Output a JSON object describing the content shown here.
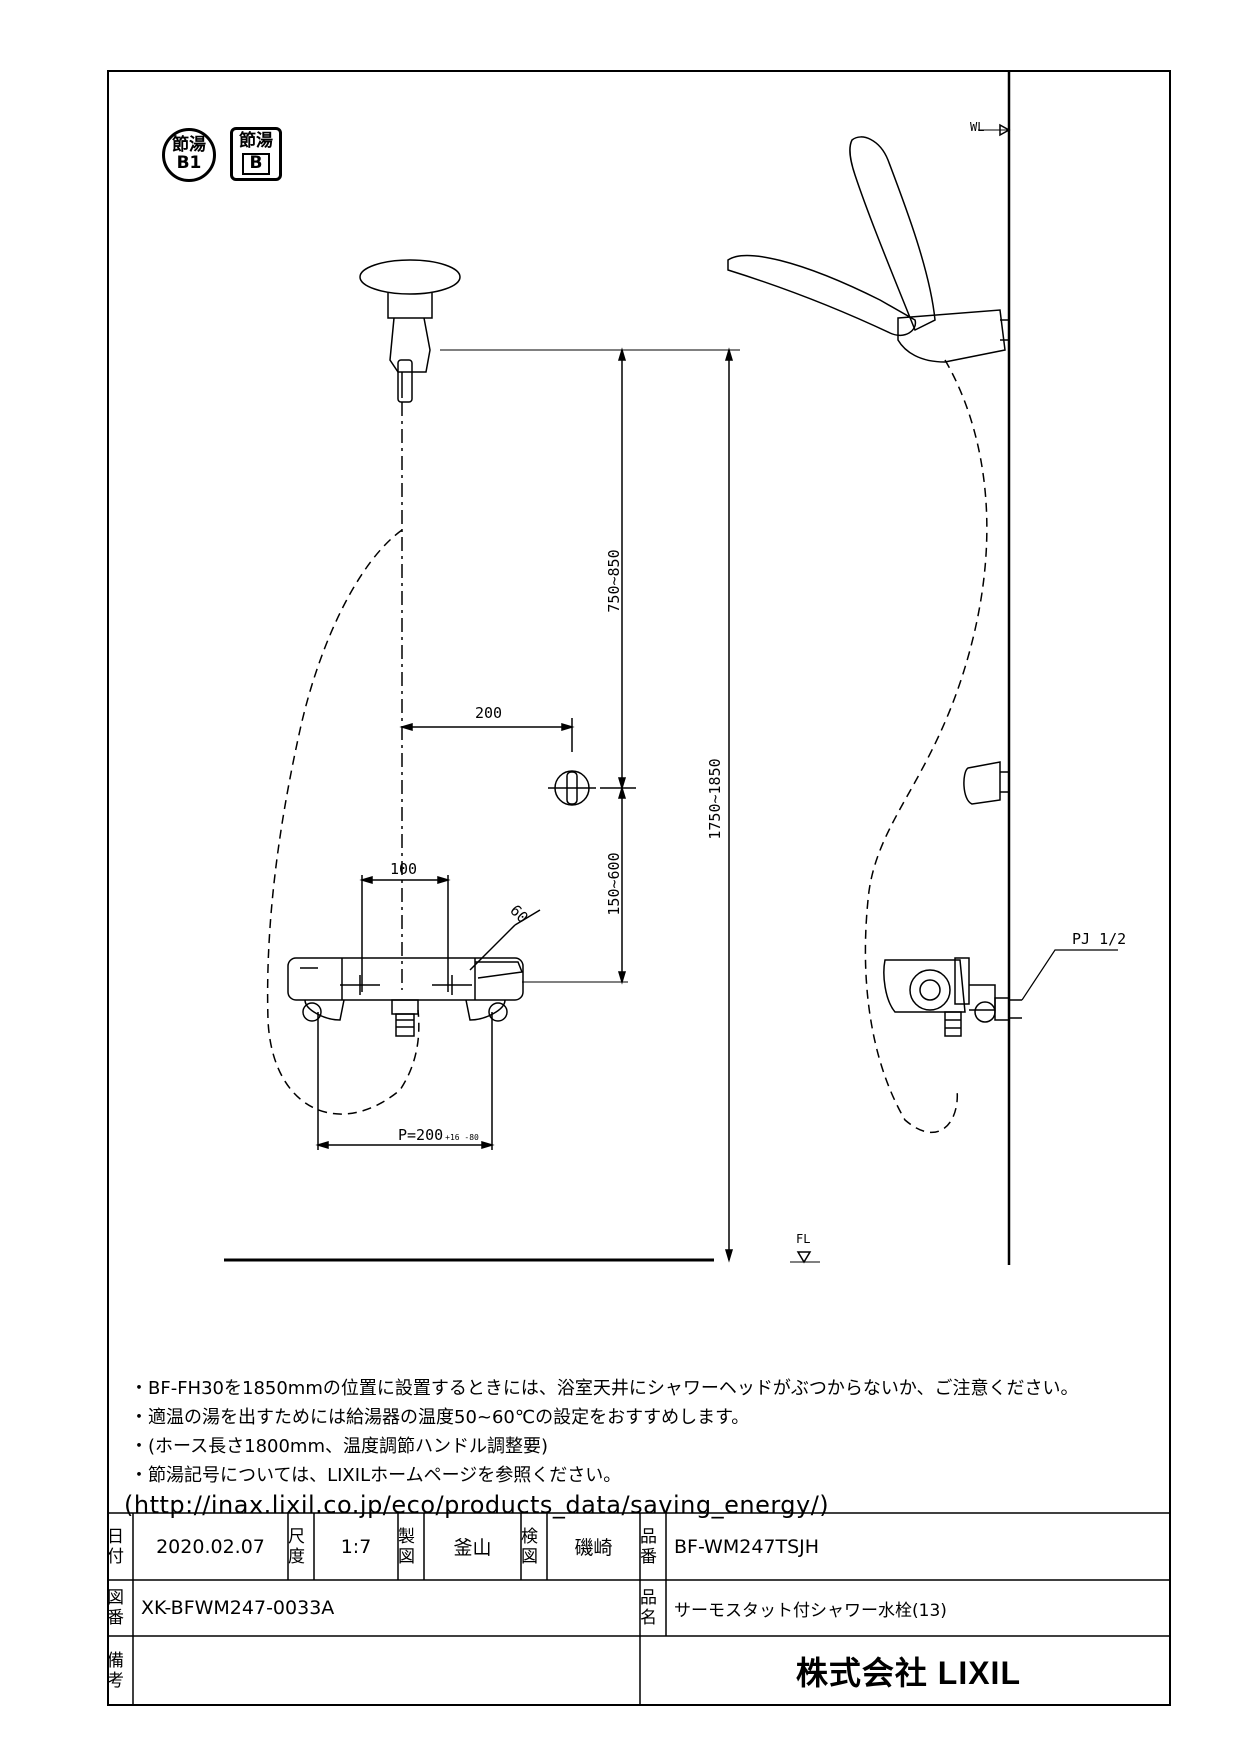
{
  "badges": {
    "badge1_line1": "節湯",
    "badge1_line2": "B1",
    "badge2_line1": "節湯",
    "badge2_line2": "B"
  },
  "dimensions": {
    "wl": "WL",
    "fl": "FL",
    "d200": "200",
    "d100": "100",
    "d60": "60",
    "d750_850": "750~850",
    "d150_600": "150~600",
    "d1750_1850": "1750~1850",
    "pitch": "P=200",
    "pitch_tol": "+16 -80",
    "pj": "PJ 1/2"
  },
  "notes": [
    "・BF-FH30を1850mmの位置に設置するときには、浴室天井にシャワーヘッドがぶつからないか、ご注意ください。",
    "・適温の湯を出すためには給湯器の温度50~60℃の設定をおすすめします。",
    "・(ホース長さ1800mm、温度調節ハンドル調整要)",
    "・節湯記号については、LIXILホームページを参照ください。"
  ],
  "url": "(http://inax.lixil.co.jp/eco/products_data/saving_energy/)",
  "title_block": {
    "date_label": "日付",
    "date": "2020.02.07",
    "scale_label": "尺度",
    "scale": "1:7",
    "drawn_label": "製図",
    "drawn_by": "釜山",
    "checked_label": "検図",
    "checked_by": "磯崎",
    "part_no_label": "品番",
    "part_no": "BF-WM247TSJH",
    "drawing_no_label": "図番",
    "drawing_no": "XK-BFWM247-0033A",
    "product_name_label": "品名",
    "product_name": "サーモスタット付シャワー水栓(13)",
    "remarks_label": "備考",
    "company": "株式会社 LIXIL"
  }
}
